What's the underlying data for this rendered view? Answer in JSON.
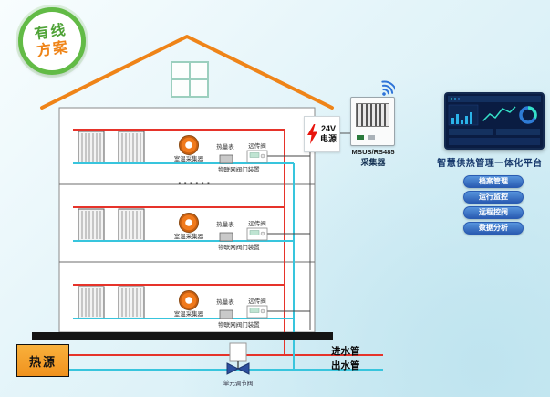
{
  "badge": {
    "line1": "有线",
    "line2": "方案"
  },
  "house": {
    "ellipsis": "······"
  },
  "floors": [
    {
      "thermostat_label": "室温采集器",
      "meter_label": "热量表",
      "valve_label": "远传阀",
      "device_label": "物联网阀门装置"
    },
    {
      "thermostat_label": "室温采集器",
      "meter_label": "热量表",
      "valve_label": "远传阀",
      "device_label": "物联网阀门装置"
    },
    {
      "thermostat_label": "室温采集器",
      "meter_label": "热量表",
      "valve_label": "远传阀",
      "device_label": "物联网阀门装置"
    }
  ],
  "power": {
    "line1": "24V",
    "line2": "电源"
  },
  "collector": {
    "line1": "MBUS/RS485",
    "line2": "采集器"
  },
  "platform": {
    "title": "智慧供热管理一体化平台",
    "features": [
      "档案管理",
      "运行监控",
      "远程控阀",
      "数据分析"
    ]
  },
  "heat_source": {
    "label": "热源"
  },
  "bottom_pipes": {
    "inlet_label": "进水管",
    "outlet_label": "出水管"
  },
  "unit_valve": {
    "label": "单元调节阀"
  },
  "icons": {
    "wifi": "wifi-icon",
    "lightning": "lightning-icon"
  },
  "colors": {
    "hot_pipe": "#e6332a",
    "cold_pipe": "#38c5dd",
    "roof_orange": "#ef8418",
    "badge_green": "#62bb46",
    "badge_text_green": "#4fa338",
    "badge_text_orange": "#ef8418",
    "pill_blue_top": "#5795dd",
    "pill_blue_bottom": "#2a5cb2",
    "platform_title": "#16386b",
    "heat_source_fill": "#f6a13a",
    "ground": "#141414"
  }
}
